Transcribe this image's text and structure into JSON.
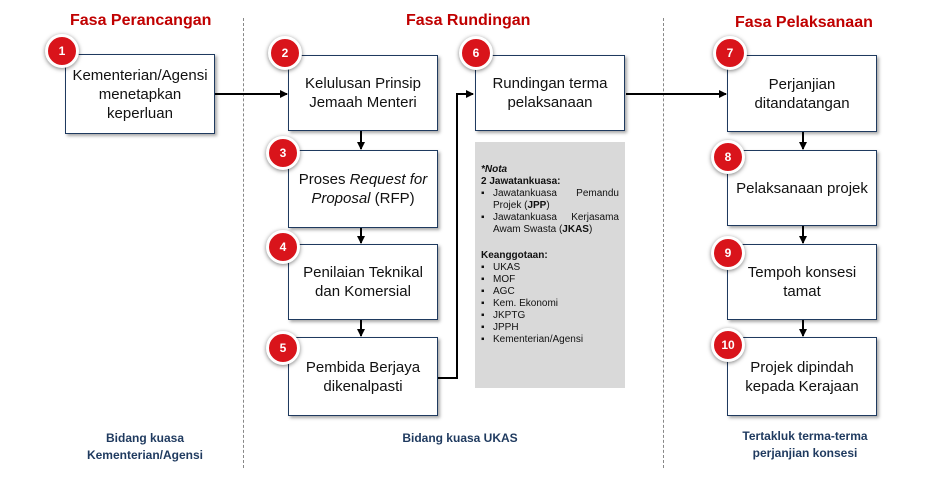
{
  "phases": [
    {
      "title": "Fasa Perancangan"
    },
    {
      "title": "Fasa Rundingan"
    },
    {
      "title": "Fasa Pelaksanaan"
    }
  ],
  "steps": [
    {
      "num": "1",
      "text": "Kementerian/Agensi menetapkan keperluan"
    },
    {
      "num": "2",
      "text": "Kelulusan Prinsip Jemaah Menteri"
    },
    {
      "num": "3",
      "text_pre": "Proses ",
      "text_em": "Request for Proposal",
      "text_post": " (RFP)"
    },
    {
      "num": "4",
      "text": "Penilaian Teknikal dan Komersial"
    },
    {
      "num": "5",
      "text": "Pembida Berjaya dikenalpasti"
    },
    {
      "num": "6",
      "text": "Rundingan terma pelaksanaan"
    },
    {
      "num": "7",
      "text": "Perjanjian ditandatangan"
    },
    {
      "num": "8",
      "text": "Pelaksanaan projek"
    },
    {
      "num": "9",
      "text": "Tempoh konsesi tamat"
    },
    {
      "num": "10",
      "text": "Projek dipindah kepada Kerajaan"
    }
  ],
  "note": {
    "title": "*Nota",
    "committees_heading": "2 Jawatankuasa:",
    "committees": [
      {
        "pre": "Jawatankuasa Pemandu Projek (",
        "abbr": "JPP",
        "post": ")"
      },
      {
        "pre": "Jawatankuasa Kerjasama Awam Swasta (",
        "abbr": "JKAS",
        "post": ")"
      }
    ],
    "members_heading": "Keanggotaan:",
    "members": [
      "UKAS",
      "MOF",
      "AGC",
      "Kem. Ekonomi",
      "JKPTG",
      "JPPH",
      "Kementerian/Agensi"
    ]
  },
  "footers": [
    {
      "line1": "Bidang kuasa",
      "line2": "Kementerian/Agensi"
    },
    {
      "line1": "Bidang kuasa UKAS"
    },
    {
      "line1": "Tertakluk terma-terma",
      "line2": "perjanjian konsesi"
    }
  ]
}
